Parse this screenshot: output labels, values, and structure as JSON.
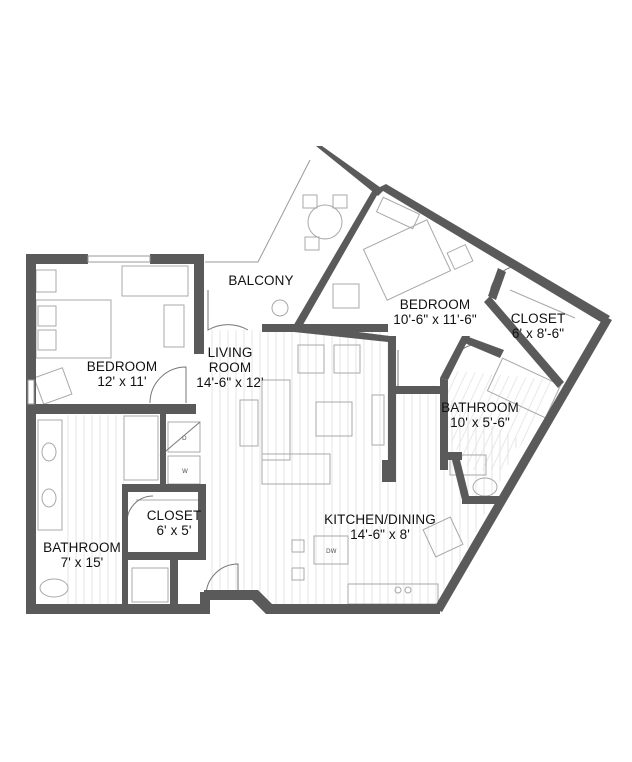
{
  "floorplan": {
    "rooms": {
      "balcony": {
        "name": "BALCONY",
        "dims": ""
      },
      "bedroom_main": {
        "name": "BEDROOM",
        "dims": "10'-6\" x 11'-6\""
      },
      "closet_main": {
        "name": "CLOSET",
        "dims": "6' x 8'-6\""
      },
      "bathroom_main": {
        "name": "BATHROOM",
        "dims": "10' x 5'-6\""
      },
      "bedroom_left": {
        "name": "BEDROOM",
        "dims": "12' x 11'"
      },
      "living": {
        "name_line1": "LIVING",
        "name_line2": "ROOM",
        "dims": "14'-6\" x 12'"
      },
      "closet_hall": {
        "name": "CLOSET",
        "dims": "6' x 5'"
      },
      "bathroom_left": {
        "name": "BATHROOM",
        "dims": "7' x 15'"
      },
      "kitchen": {
        "name": "KITCHEN/DINING",
        "dims": "14'-6\" x 8'"
      }
    },
    "appliance_labels": {
      "dishwasher": "DW",
      "dryer": "D",
      "washer": "W"
    },
    "colors": {
      "wall": "#5a5a5a",
      "wall_edge": "#3f3f3f",
      "floor_lines": "#d9d9d9",
      "fixtures": "#9a9a9a",
      "text": "#111111"
    }
  }
}
